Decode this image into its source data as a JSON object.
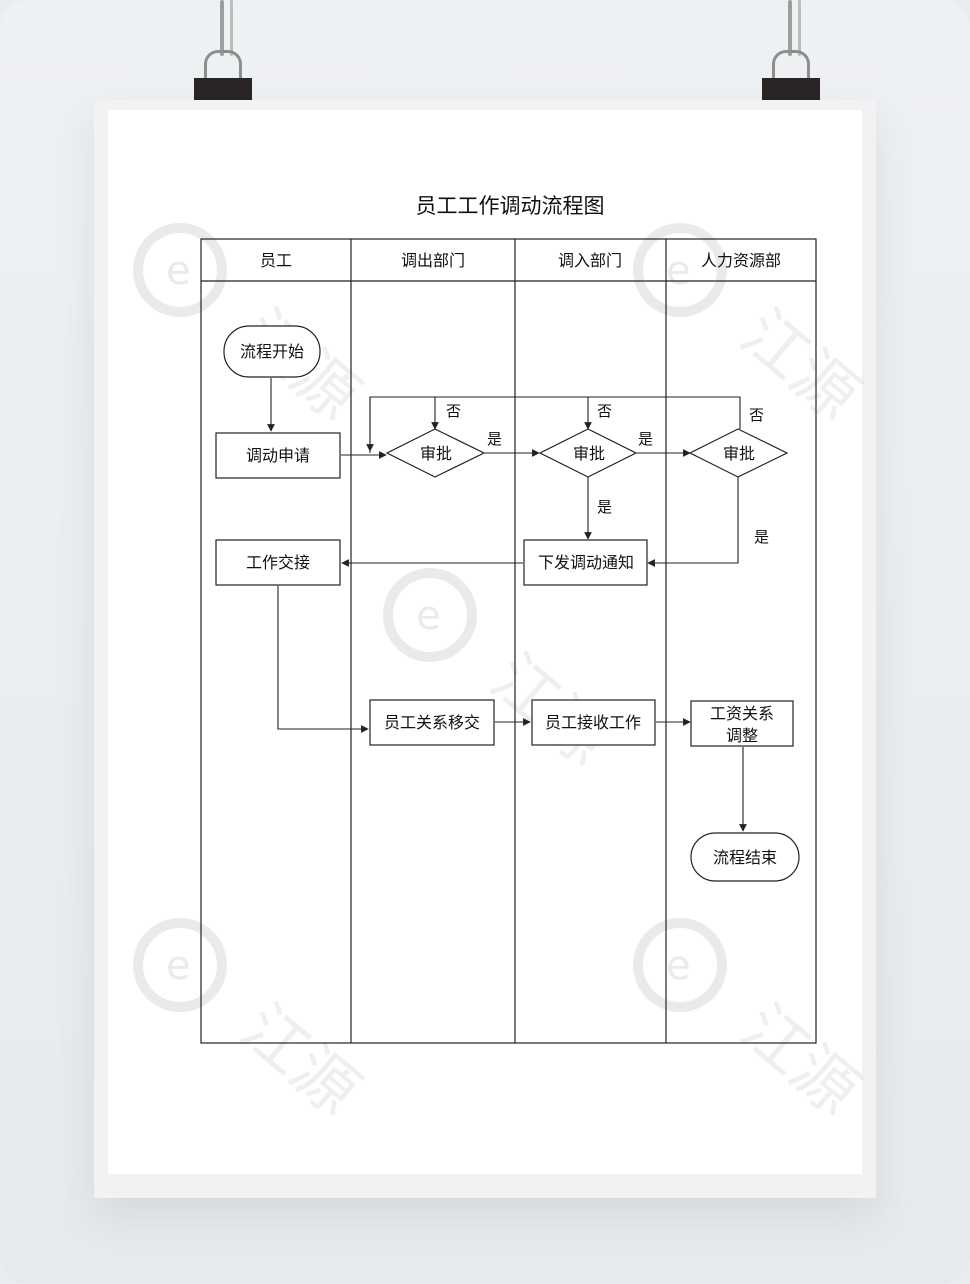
{
  "title": "员工工作调动流程图",
  "lanes": [
    {
      "id": "employee",
      "label": "员工"
    },
    {
      "id": "out_dept",
      "label": "调出部门"
    },
    {
      "id": "in_dept",
      "label": "调入部门"
    },
    {
      "id": "hr",
      "label": "人力资源部"
    }
  ],
  "nodes": {
    "start": "流程开始",
    "apply": "调动申请",
    "approve_out": "审批",
    "approve_in": "审批",
    "approve_hr": "审批",
    "notify": "下发调动通知",
    "handover": "工作交接",
    "transfer_relation": "员工关系移交",
    "receive_work": "员工接收工作",
    "salary_line1": "工资关系",
    "salary_line2": "调整",
    "end": "流程结束"
  },
  "edge_labels": {
    "no_out": "否",
    "no_in": "否",
    "no_hr": "否",
    "yes_out": "是",
    "yes_in_right": "是",
    "yes_in_down": "是",
    "yes_hr": "是"
  },
  "watermark": {
    "text": "江源"
  },
  "colors": {
    "line": "#222222",
    "background": "#e9edf0",
    "paper": "#ffffff",
    "watermark": "#dcdcdc"
  }
}
